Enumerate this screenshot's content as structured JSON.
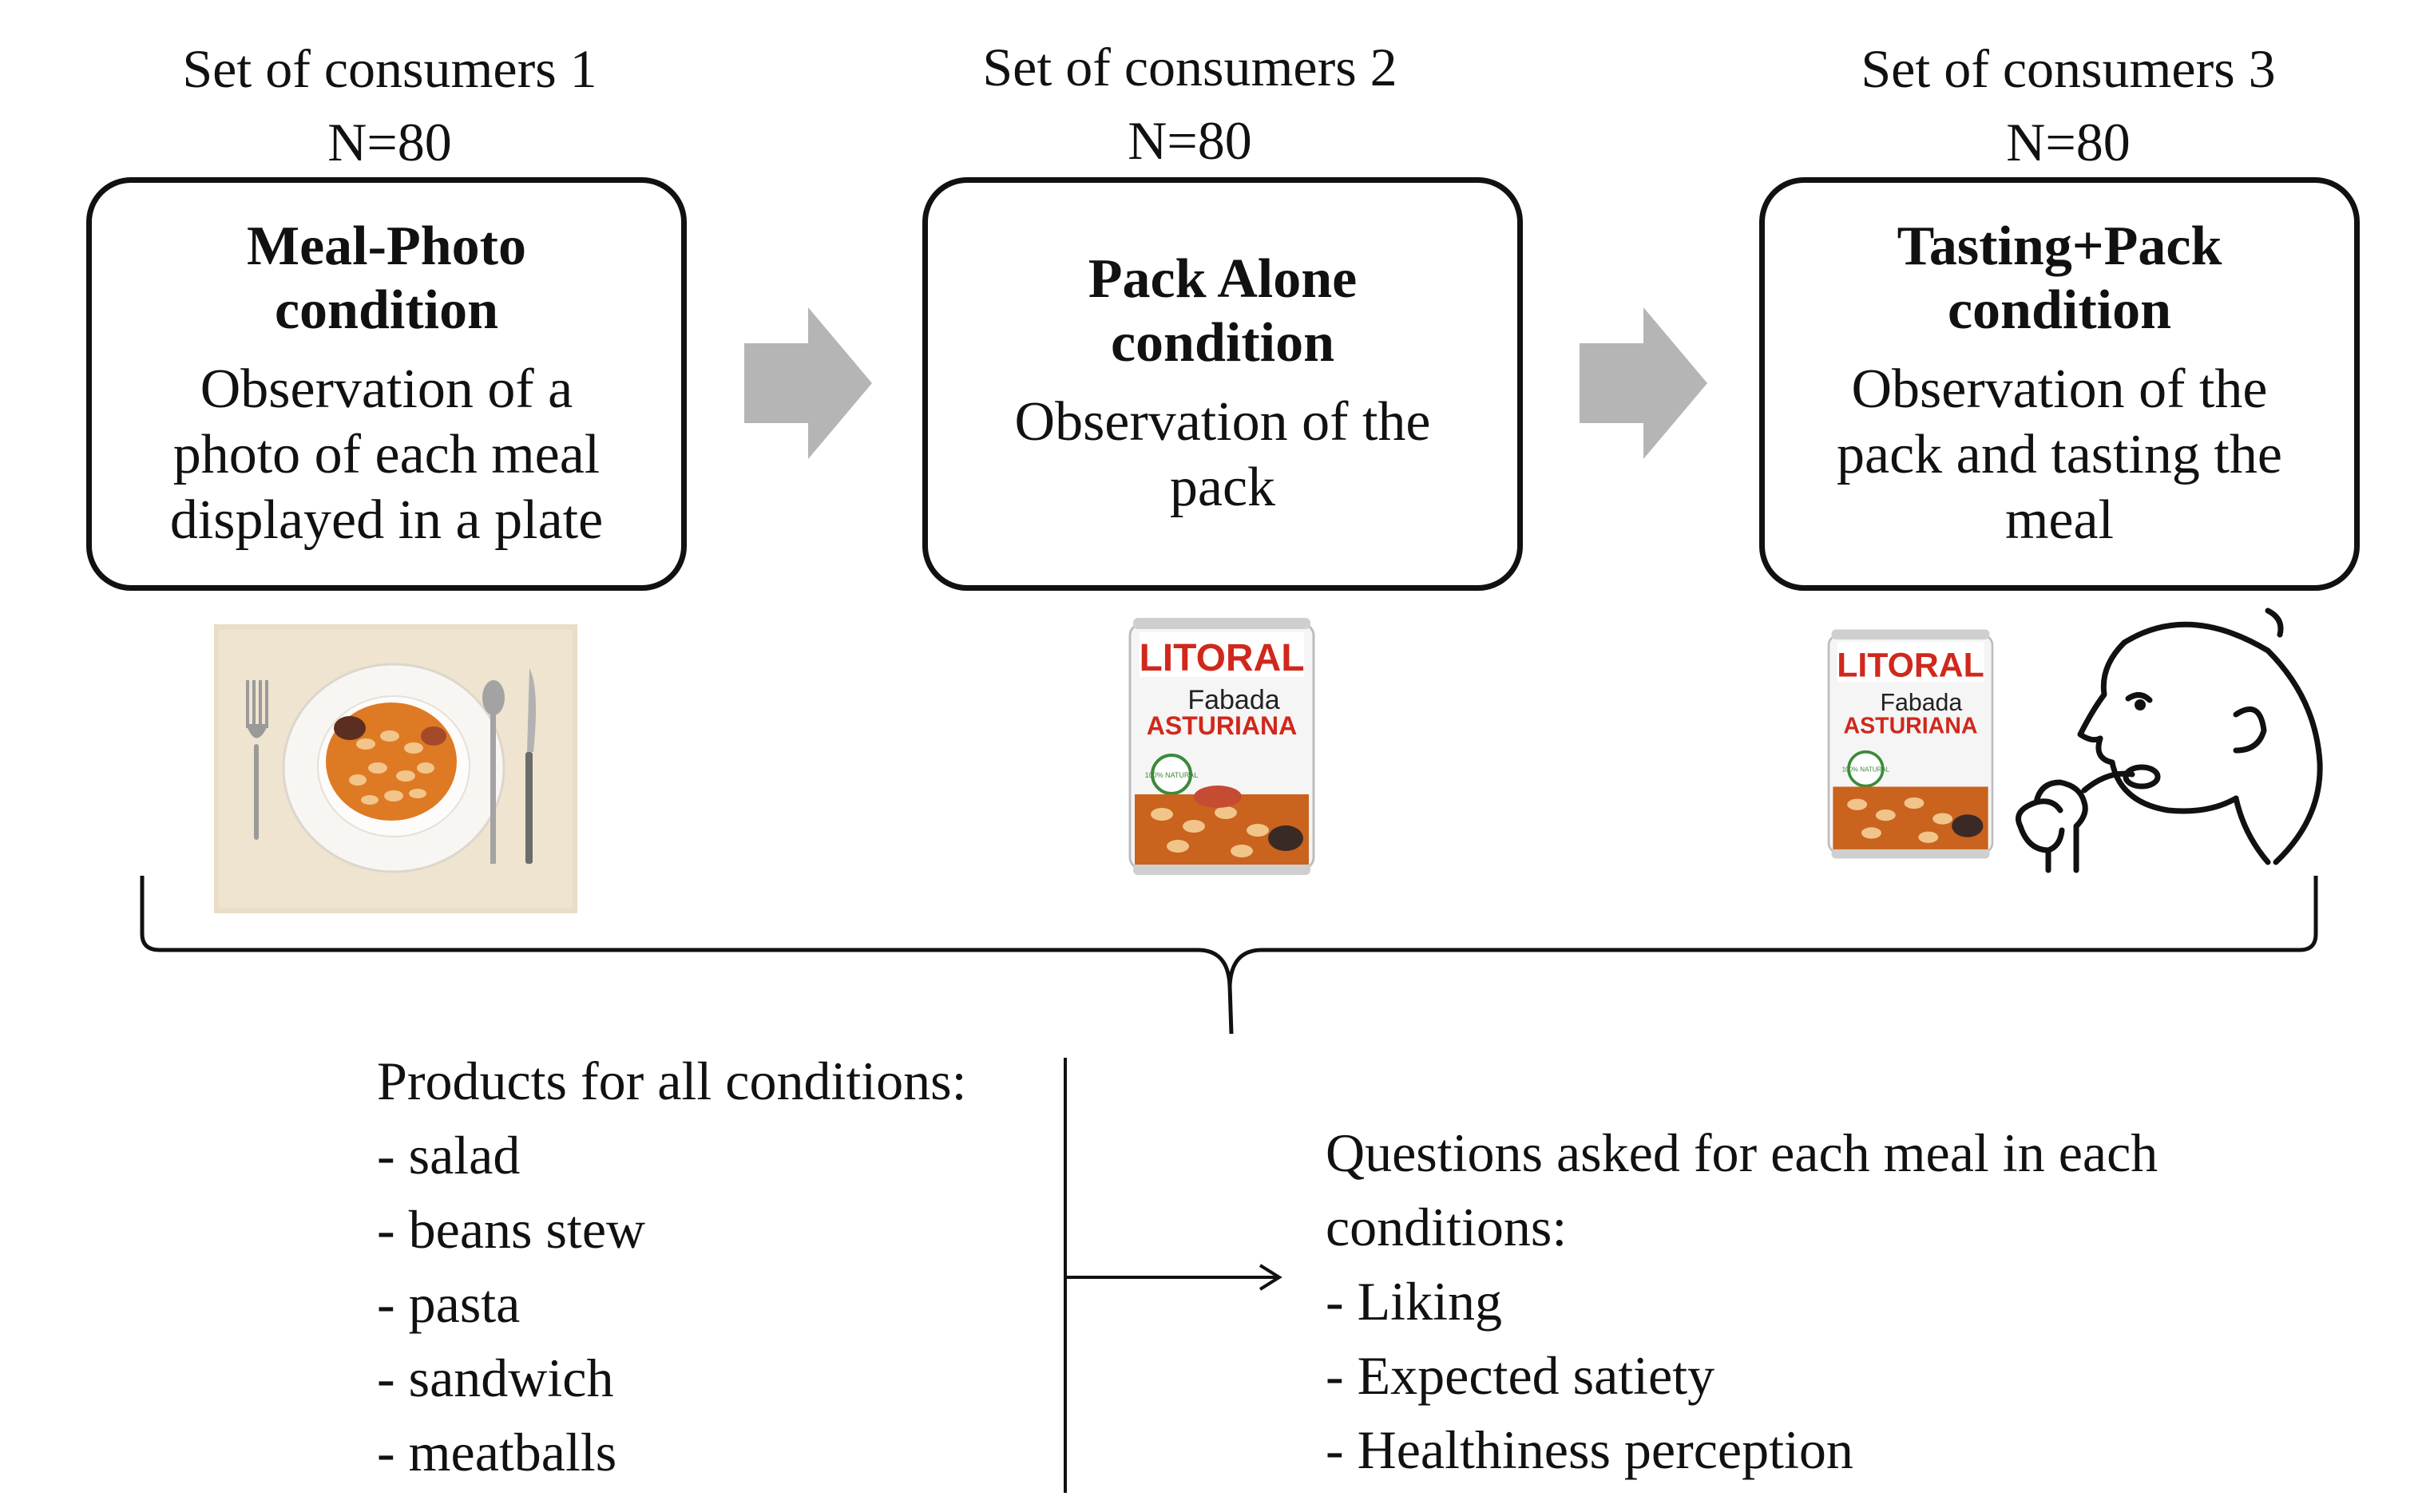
{
  "sets": [
    {
      "title": "Set of consumers 1",
      "n": "N=80",
      "condition": "Meal-Photo\ncondition",
      "description": "Observation of a\nphoto of each meal\ndisplayed in a plate"
    },
    {
      "title": "Set of consumers 2",
      "n": "N=80",
      "condition": "Pack Alone\ncondition",
      "description": "Observation of the\npack"
    },
    {
      "title": "Set of consumers 3",
      "n": "N=80",
      "condition": "Tasting+Pack\ncondition",
      "description": "Observation of the\npack and tasting the\nmeal"
    }
  ],
  "can": {
    "brand": "LITORAL",
    "line1": "Fabada",
    "line2": "ASTURIANA",
    "badge": "100% NATURAL"
  },
  "products": {
    "heading": "Products for all conditions:",
    "items": [
      "- salad",
      "- beans stew",
      "- pasta",
      "- sandwich",
      "- meatballs"
    ]
  },
  "questions": {
    "heading_line1": "Questions asked for each meal in each",
    "heading_line2": "conditions:",
    "items": [
      "- Liking",
      "- Expected satiety",
      "- Healthiness perception"
    ]
  },
  "colors": {
    "arrow": "#b5b5b5",
    "can_red": "#d0281c",
    "stroke": "#111111"
  }
}
